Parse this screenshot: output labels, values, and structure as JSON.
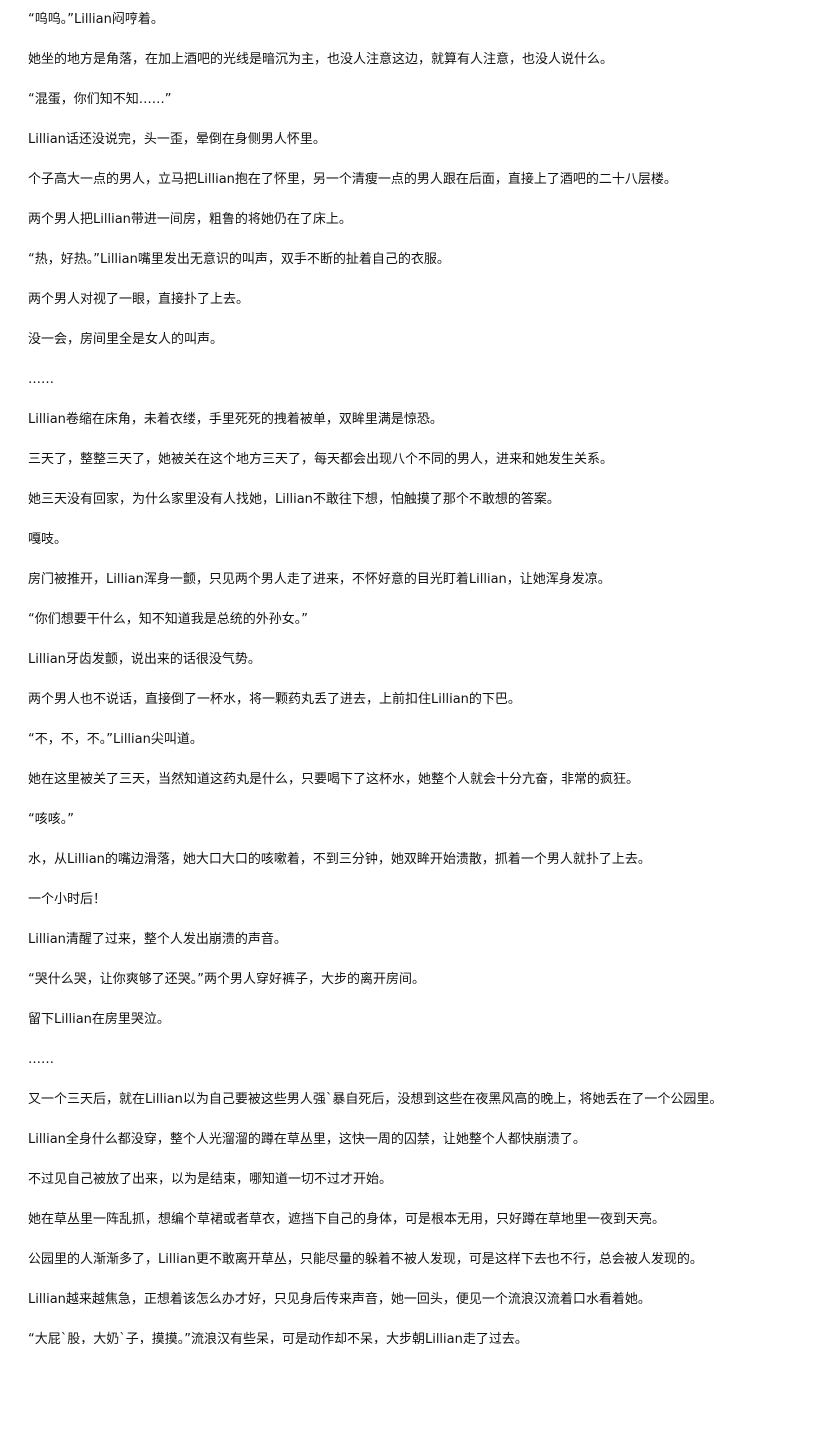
{
  "paragraphs": [
    "“呜呜。”Lillian闷哼着。",
    "她坐的地方是角落，在加上酒吧的光线是暗沉为主，也没人注意这边，就算有人注意，也没人说什么。",
    "“混蛋，你们知不知……”",
    "Lillian话还没说完，头一歪，晕倒在身侧男人怀里。",
    "个子高大一点的男人，立马把Lillian抱在了怀里，另一个清瘦一点的男人跟在后面，直接上了酒吧的二十八层楼。",
    "两个男人把Lillian带进一间房，粗鲁的将她仍在了床上。",
    "“热，好热。”Lillian嘴里发出无意识的叫声，双手不断的扯着自己的衣服。",
    "两个男人对视了一眼，直接扑了上去。",
    "没一会，房间里全是女人的叫声。",
    "……",
    "Lillian卷缩在床角，未着衣缕，手里死死的拽着被单，双眸里满是惊恐。",
    "三天了，整整三天了，她被关在这个地方三天了，每天都会出现八个不同的男人，进来和她发生关系。",
    "她三天没有回家，为什么家里没有人找她，Lillian不敢往下想，怕触摸了那个不敢想的答案。",
    "嘎吱。",
    "房门被推开，Lillian浑身一颤，只见两个男人走了进来，不怀好意的目光盯着Lillian，让她浑身发凉。",
    "“你们想要干什么，知不知道我是总统的外孙女。”",
    "Lillian牙齿发颤，说出来的话很没气势。",
    "两个男人也不说话，直接倒了一杯水，将一颗药丸丢了进去，上前扣住Lillian的下巴。",
    "“不，不，不。”Lillian尖叫道。",
    "她在这里被关了三天，当然知道这药丸是什么，只要喝下了这杯水，她整个人就会十分亢奋，非常的疯狂。",
    "“咳咳。”",
    "水，从Lillian的嘴边滑落，她大口大口的咳嗽着，不到三分钟，她双眸开始溃散，抓着一个男人就扑了上去。",
    "一个小时后！",
    "Lillian清醒了过来，整个人发出崩溃的声音。",
    "“哭什么哭，让你爽够了还哭。”两个男人穿好裤子，大步的离开房间。",
    "留下Lillian在房里哭泣。",
    "……",
    "又一个三天后，就在Lillian以为自己要被这些男人强`暴自死后，没想到这些在夜黑风高的晚上，将她丢在了一个公园里。",
    "Lillian全身什么都没穿，整个人光溜溜的蹲在草丛里，这快一周的囚禁，让她整个人都快崩溃了。",
    "不过见自己被放了出来，以为是结束，哪知道一切不过才开始。",
    "她在草丛里一阵乱抓，想编个草裙或者草衣，遮挡下自己的身体，可是根本无用，只好蹲在草地里一夜到天亮。",
    "公园里的人渐渐多了，Lillian更不敢离开草丛，只能尽量的躲着不被人发现，可是这样下去也不行，总会被人发现的。",
    "Lillian越来越焦急，正想着该怎么办才好，只见身后传来声音，她一回头，便见一个流浪汉流着口水看着她。",
    "“大屁`股，大奶`子，摸摸。”流浪汉有些呆，可是动作却不呆，大步朝Lillian走了过去。"
  ]
}
